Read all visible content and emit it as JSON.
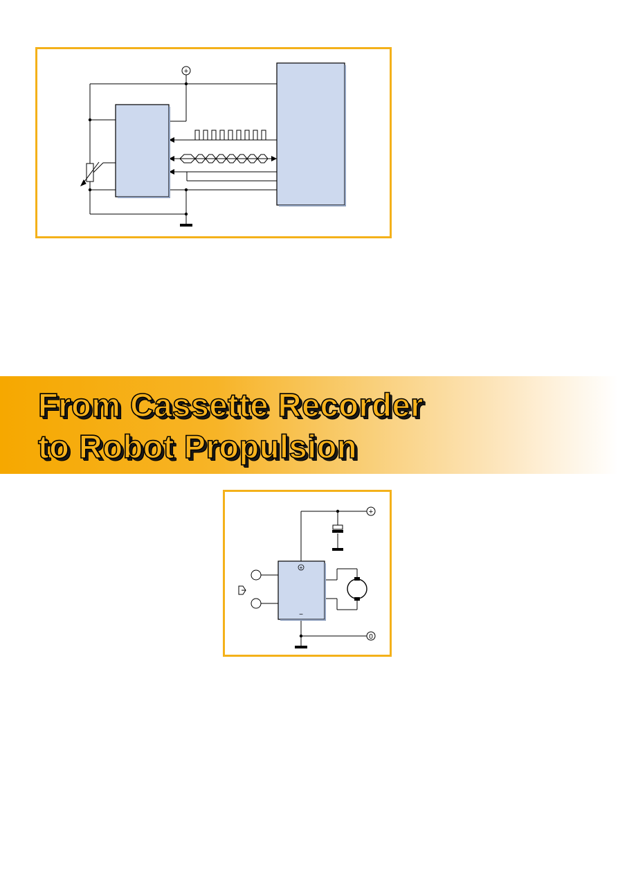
{
  "banner": {
    "title_line1": "From Cassette Recorder",
    "title_line2": "to Robot Propulsion"
  },
  "colors": {
    "frame": "#f4b11a",
    "block_fill": "#cdd9ee",
    "banner_start": "#f6a800",
    "title_fill": "#f7b21c"
  },
  "figure1": {
    "supply_symbol": "+"
  },
  "figure2": {
    "supply_symbol": "+",
    "ground_symbol": "0",
    "ic_plus_symbol": "+",
    "ic_minus_symbol": "−"
  }
}
